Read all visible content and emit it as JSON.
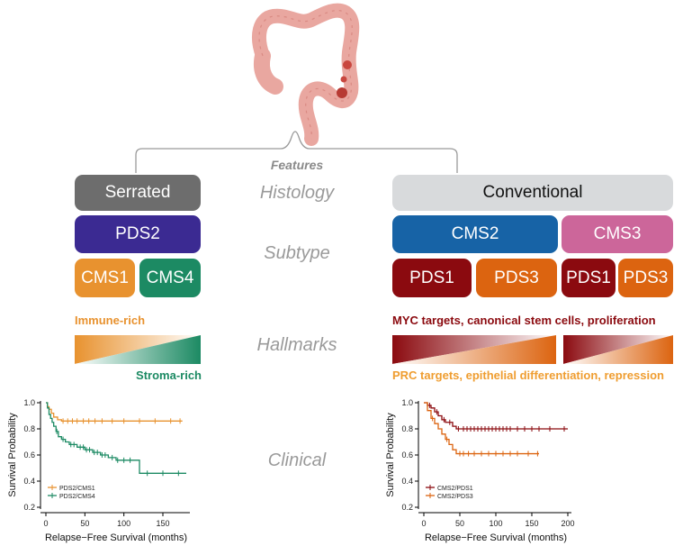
{
  "header": {
    "features_label": "Features"
  },
  "features": {
    "histology": "Histology",
    "subtype": "Subtype",
    "hallmarks": "Hallmarks",
    "clinical": "Clinical"
  },
  "left": {
    "histology": "Serrated",
    "subtype": "PDS2",
    "cms": [
      "CMS1",
      "CMS4"
    ],
    "hallmark_top": "Immune-rich",
    "hallmark_bottom": "Stroma-rich"
  },
  "right": {
    "histology": "Conventional",
    "subtypes": [
      "CMS2",
      "CMS3"
    ],
    "pds": [
      "PDS1",
      "PDS3",
      "PDS1",
      "PDS3"
    ],
    "hallmark_top": "MYC targets, canonical stem cells, proliferation",
    "hallmark_bottom": "PRC targets, epithelial differentiation, repression"
  },
  "colors": {
    "serrated": "#6d6d6d",
    "conventional": "#d8dadc",
    "pds2": "#3b2a92",
    "cms1": "#e8922f",
    "cms4": "#1c8a63",
    "cms2": "#1763a6",
    "cms3": "#cc669a",
    "pds1": "#8b0a0f",
    "pds3": "#dc6410",
    "immune": "#e8922f",
    "stroma": "#1c8a63",
    "myc": "#8b0a0f",
    "prc": "#ef9d30"
  },
  "chart_data": [
    {
      "type": "line",
      "title": "",
      "xlabel": "Relapse−Free Survival (months)",
      "ylabel": "Survival Probability",
      "xlim": [
        0,
        180
      ],
      "ylim": [
        0.2,
        1.0
      ],
      "xticks": [
        "0",
        "50",
        "100",
        "150"
      ],
      "yticks": [
        "0.2",
        "0.4",
        "0.6",
        "0.8",
        "1.0"
      ],
      "legend": "bottom-left",
      "series": [
        {
          "name": "PDS2/CMS1",
          "color": "#e8922f",
          "x": [
            0,
            2,
            4,
            7,
            10,
            15,
            20,
            175
          ],
          "y": [
            1.0,
            0.97,
            0.95,
            0.92,
            0.89,
            0.87,
            0.86,
            0.86
          ],
          "censor_x": [
            22,
            28,
            34,
            40,
            48,
            55,
            63,
            72,
            85,
            100,
            120,
            140,
            160,
            172
          ]
        },
        {
          "name": "PDS2/CMS4",
          "color": "#1c8a63",
          "x": [
            0,
            2,
            4,
            6,
            8,
            10,
            13,
            16,
            20,
            25,
            30,
            40,
            50,
            60,
            70,
            80,
            90,
            118,
            120,
            180
          ],
          "y": [
            1.0,
            0.96,
            0.91,
            0.88,
            0.85,
            0.82,
            0.78,
            0.74,
            0.72,
            0.7,
            0.68,
            0.66,
            0.64,
            0.62,
            0.6,
            0.58,
            0.56,
            0.56,
            0.46,
            0.46
          ],
          "censor_x": [
            14,
            22,
            32,
            36,
            44,
            48,
            52,
            56,
            62,
            66,
            72,
            76,
            85,
            92,
            100,
            108,
            130,
            150,
            170
          ]
        }
      ]
    },
    {
      "type": "line",
      "title": "",
      "xlabel": "Relapse−Free Survival (months)",
      "ylabel": "Survival Probability",
      "xlim": [
        0,
        200
      ],
      "ylim": [
        0.2,
        1.0
      ],
      "xticks": [
        "0",
        "50",
        "100",
        "150",
        "200"
      ],
      "yticks": [
        "0.2",
        "0.4",
        "0.6",
        "0.8",
        "1.0"
      ],
      "legend": "bottom-left",
      "series": [
        {
          "name": "CMS2/PDS1",
          "color": "#8b0a0f",
          "x": [
            0,
            5,
            10,
            15,
            20,
            25,
            30,
            40,
            45,
            200
          ],
          "y": [
            1.0,
            0.98,
            0.96,
            0.93,
            0.9,
            0.87,
            0.85,
            0.82,
            0.8,
            0.8
          ],
          "censor_x": [
            8,
            18,
            28,
            36,
            48,
            55,
            60,
            65,
            70,
            75,
            80,
            85,
            90,
            95,
            100,
            105,
            110,
            115,
            120,
            130,
            140,
            150,
            160,
            175,
            195
          ]
        },
        {
          "name": "CMS2/PDS3",
          "color": "#dc6410",
          "x": [
            0,
            5,
            10,
            15,
            20,
            25,
            30,
            35,
            40,
            45,
            160
          ],
          "y": [
            1.0,
            0.94,
            0.88,
            0.84,
            0.8,
            0.76,
            0.72,
            0.68,
            0.64,
            0.61,
            0.61
          ],
          "censor_x": [
            12,
            32,
            50,
            55,
            62,
            70,
            80,
            90,
            100,
            110,
            120,
            130,
            145,
            158
          ]
        }
      ]
    }
  ]
}
